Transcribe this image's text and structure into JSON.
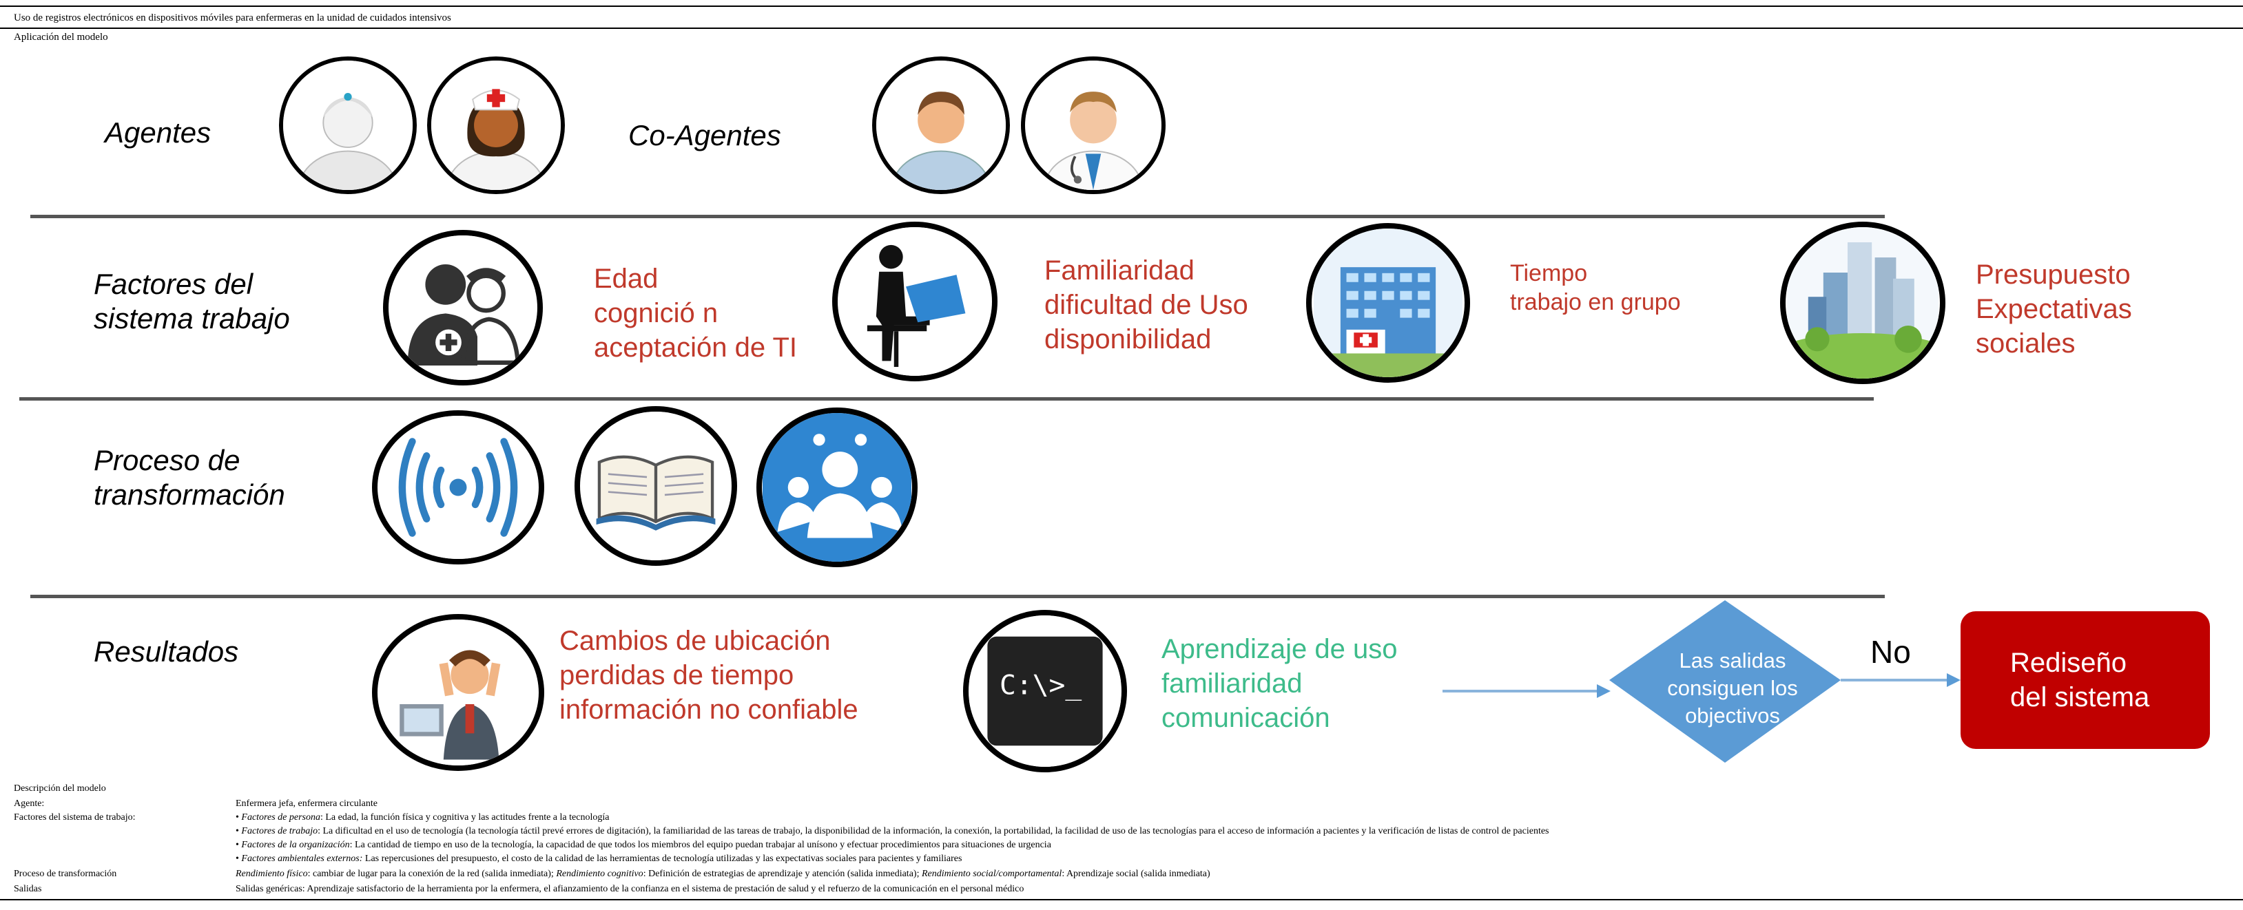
{
  "caption": "Uso de registros electrónicos en dispositivos móviles para enfermeras en la unidad de cuidados intensivos",
  "subcaption": "Aplicación del modelo",
  "rows": {
    "agentes": "Agentes",
    "coagentes": "Co-Agentes",
    "factores": "Factores del\nsistema trabajo",
    "proceso": "Proceso de\ntransformación",
    "resultados": "Resultados"
  },
  "factors": {
    "f1": "Edad\ncognició n\naceptación de TI",
    "f2": "Familiaridad\ndificultad de Uso\ndisponibilidad",
    "f3": "Tiempo\ntrabajo en grupo",
    "f4": "Presupuesto\nExpectativas\nsociales"
  },
  "results": {
    "r1": "Cambios de ubicación\nperdidas de tiempo\ninformación no confiable",
    "r2": "Aprendizaje de uso\nfamiliaridad\ncomunicación",
    "decision": "Las salidas\nconsiguen los\nobjectivos",
    "no": "No",
    "redesign": "Rediseño\ndel sistema"
  },
  "description": {
    "title": "Descripción del modelo",
    "agente_label": "Agente:",
    "agente_text": "Enfermera jefa, enfermera circulante",
    "factores_label": "Factores del sistema de trabajo:",
    "b1_label": "Factores de persona",
    "b1_text": ": La edad, la función física y cognitiva y las actitudes frente a la tecnología",
    "b2_label": "Factores de trabajo",
    "b2_text": ": La dificultad en el uso de tecnología (la tecnología táctil prevé errores de digitación), la familiaridad de las tareas de trabajo, la disponibilidad de la información, la conexión, la portabilidad, la facilidad de uso de las tecnologías para el acceso de información a pacientes y la verificación de listas de control de pacientes",
    "b3_label": "Factores de la organización",
    "b3_text": ": La cantidad de tiempo en uso de la tecnología, la capacidad de que todos los miembros del equipo puedan trabajar al unísono y efectuar procedimientos para situaciones de urgencia",
    "b4_label": "Factores ambientales externos:",
    "b4_text": " Las repercusiones del presupuesto, el costo de la calidad de las herramientas de tecnología utilizadas y las expectativas sociales para pacientes y familiares",
    "proceso_label": "Proceso de transformación",
    "p_l1": "Rendimiento físico",
    "p_t1": ": cambiar de lugar para la conexión de la red (salida inmediata); ",
    "p_l2": "Rendimiento cognitivo",
    "p_t2": ": Definición de estrategias de aprendizaje y atención (salida inmediata); ",
    "p_l3": "Rendimiento social/comportamental",
    "p_t3": ": Aprendizaje social (salida inmediata)",
    "salidas_label": "Salidas",
    "salidas_text": "Salidas genéricas: Aprendizaje satisfactorio de la herramienta por la enfermera, el afianzamiento de la confianza en el sistema de prestación de salud y el refuerzo de la comunicación en el personal médico"
  },
  "colors": {
    "red": "#c0392b",
    "green": "#3dbb8a",
    "blue": "#5b9bd5",
    "redbox": "#c00000"
  }
}
